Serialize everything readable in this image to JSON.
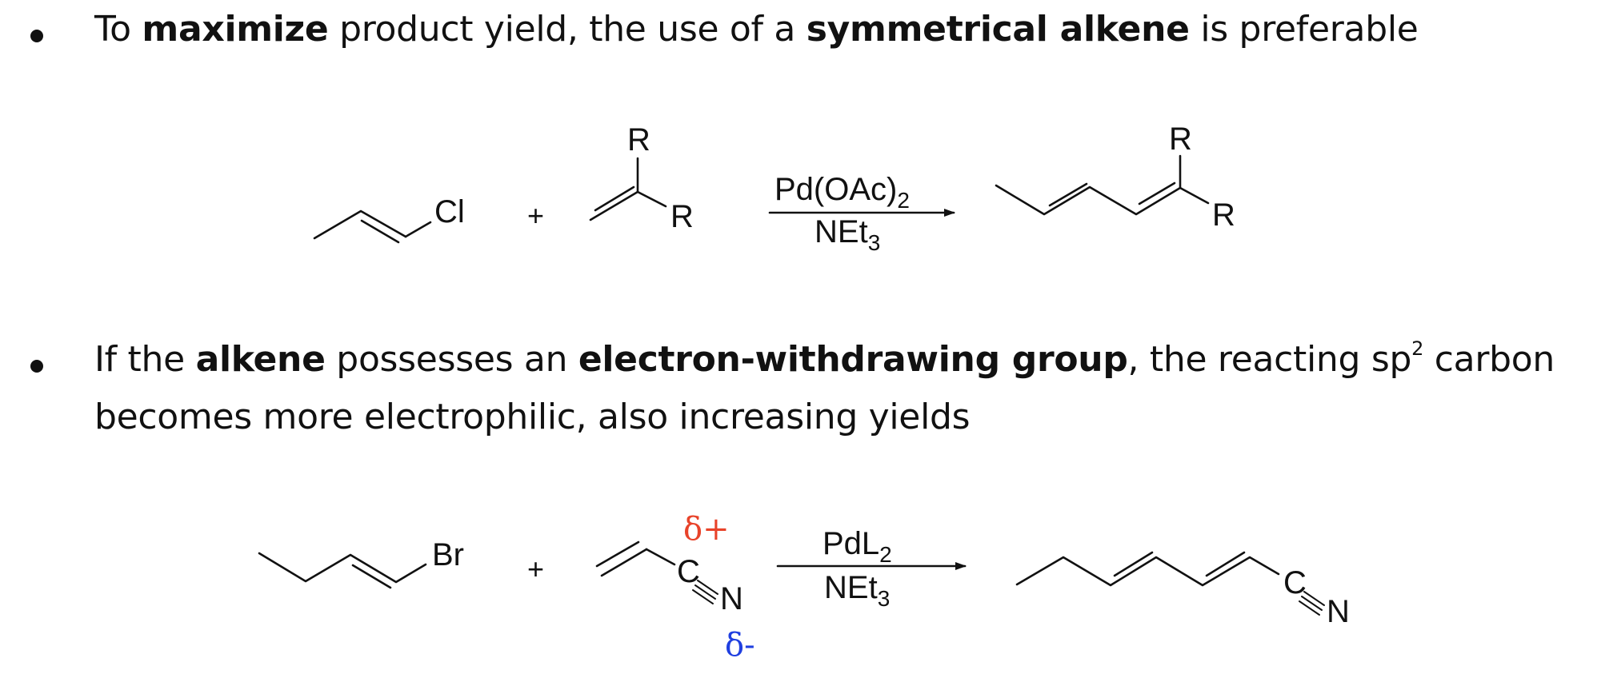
{
  "bullets": [
    {
      "segments": [
        {
          "text": "To ",
          "bold": false
        },
        {
          "text": "maximize",
          "bold": true
        },
        {
          "text": " product yield, the use of a ",
          "bold": false
        },
        {
          "text": "symmetrical alkene",
          "bold": true
        },
        {
          "text": " is preferable",
          "bold": false
        }
      ]
    },
    {
      "segments": [
        {
          "text": "If the ",
          "bold": false
        },
        {
          "text": "alkene",
          "bold": true
        },
        {
          "text": " possesses an ",
          "bold": false
        },
        {
          "text": "electron-withdrawing group",
          "bold": true
        },
        {
          "text": ", the reacting sp",
          "bold": false
        },
        {
          "text": "2",
          "bold": false,
          "sup": true
        },
        {
          "text": " carbon becomes more electrophilic, also increasing yields",
          "bold": false
        }
      ]
    }
  ],
  "reaction1": {
    "halide": "Cl",
    "plus": "+",
    "substituent": "R",
    "reagent_top": "Pd(OAc)",
    "reagent_top_sub": "2",
    "reagent_bottom": "NEt",
    "reagent_bottom_sub": "3"
  },
  "reaction2": {
    "halide": "Br",
    "plus": "+",
    "carbon": "C",
    "nitrogen": "N",
    "delta_plus": "δ+",
    "delta_minus": "δ-",
    "reagent_top": "PdL",
    "reagent_top_sub": "2",
    "reagent_bottom": "NEt",
    "reagent_bottom_sub": "3"
  },
  "colors": {
    "text": "#111111",
    "delta_plus": "#e8432a",
    "delta_minus": "#1f3fe0"
  }
}
